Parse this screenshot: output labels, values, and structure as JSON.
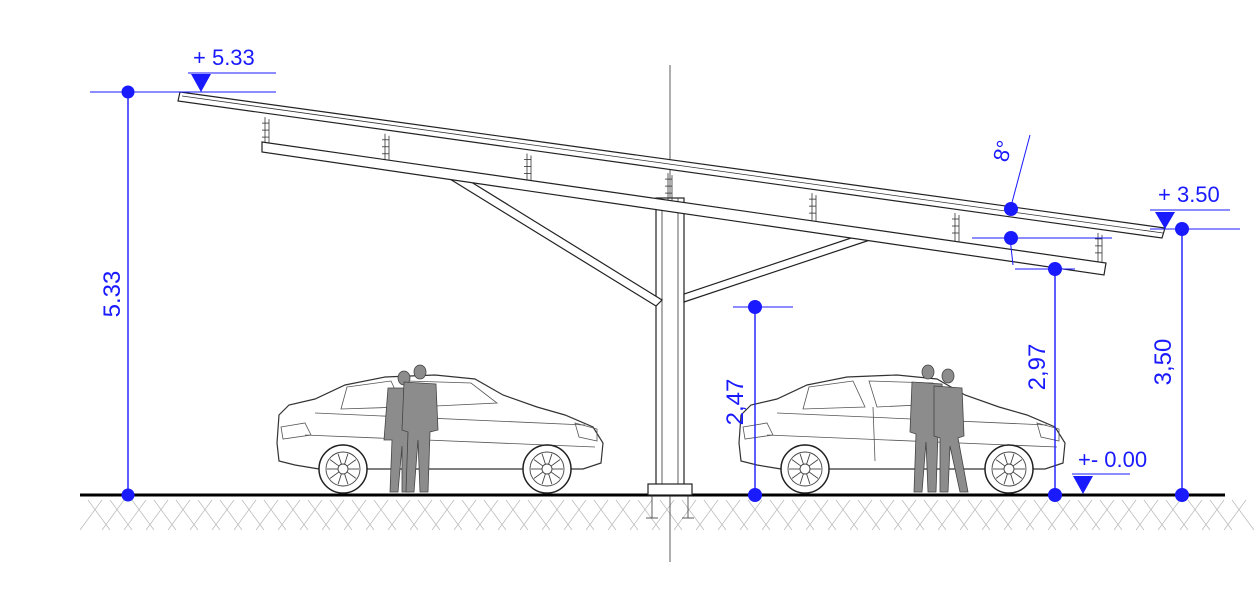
{
  "labels": {
    "top_level": "+ 5.33",
    "right_level": "+ 3.50",
    "ground_level": "+- 0.00",
    "angle": "8°",
    "height_left": "5.33",
    "height_right": "3,50",
    "clearance_low": "2,97",
    "clearance_car": "2,47"
  },
  "colors": {
    "dimension": "#1a1aff",
    "structure": "#222222",
    "ground": "#000000",
    "figure": "#8c8c8c"
  },
  "icons": {
    "level_marker": "level-triangle-icon",
    "dimension_point": "dimension-dot-icon"
  }
}
